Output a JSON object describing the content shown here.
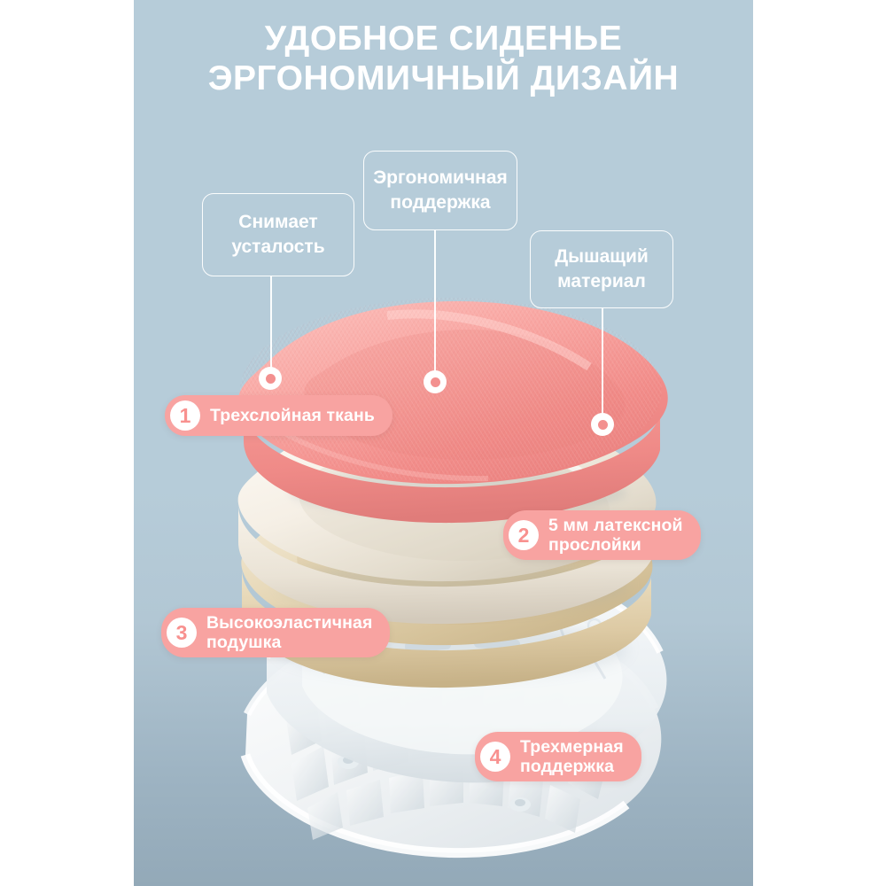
{
  "palette": {
    "background_panel": "#b6ccd9",
    "panel_bottom": "#93a9b8",
    "accent_pink": "#f8a3a1",
    "cushion_pink": "#f49491",
    "latex_white": "#f3ece3",
    "foam_beige": "#ddc9a6",
    "base_plastic": "#f2f4f5",
    "text_white": "#ffffff"
  },
  "header": {
    "title": "УДОБНОЕ СИДЕНЬЕ\nЭРГОНОМИЧНЫЙ ДИЗАЙН",
    "line1": "УДОБНОЕ СИДЕНЬЕ",
    "line2": "ЭРГОНОМИЧНЫЙ ДИЗАЙН"
  },
  "callouts": [
    {
      "text": "Снимает\nусталость",
      "id": "relieves-fatigue"
    },
    {
      "text": "Эргономичная\nподдержка",
      "id": "ergonomic-support"
    },
    {
      "text": "Дышащий\nматериал",
      "id": "breathable-material"
    }
  ],
  "layers": [
    {
      "number": "1",
      "label": "Трехслойная ткань",
      "id": "three-layer-fabric"
    },
    {
      "number": "2",
      "label": "5 мм латексной\nпрослойки",
      "id": "latex-5mm"
    },
    {
      "number": "3",
      "label": "Высокоэластичная\nподушка",
      "id": "high-elastic-cushion"
    },
    {
      "number": "4",
      "label": "Трехмерная\nподдержка",
      "id": "three-dimensional-support"
    }
  ]
}
